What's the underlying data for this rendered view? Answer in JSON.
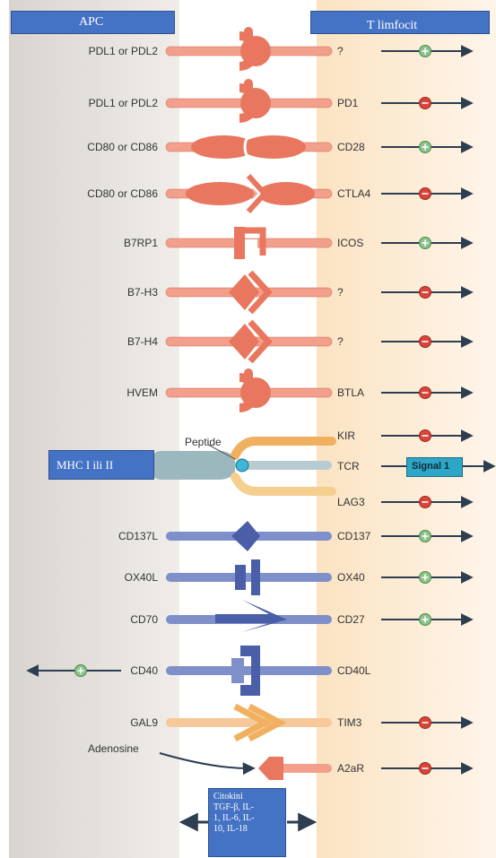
{
  "header": {
    "left_title": "APC",
    "right_title": "T limfocit"
  },
  "rows": [
    {
      "ligand": "PDL1 or PDL2",
      "receptor": "?",
      "effect": "+",
      "shape": "cup"
    },
    {
      "ligand": "PDL1 or PDL2",
      "receptor": "PD1",
      "effect": "-",
      "shape": "cup"
    },
    {
      "ligand": "CD80 or CD86",
      "receptor": "CD28",
      "effect": "+",
      "shape": "bulb"
    },
    {
      "ligand": "CD80 or CD86",
      "receptor": "CTLA4",
      "effect": "-",
      "shape": "chevron"
    },
    {
      "ligand": "B7RP1",
      "receptor": "ICOS",
      "effect": "+",
      "shape": "bracket"
    },
    {
      "ligand": "B7-H3",
      "receptor": "?",
      "effect": "-",
      "shape": "diamond"
    },
    {
      "ligand": "B7-H4",
      "receptor": "?",
      "effect": "-",
      "shape": "diamond"
    },
    {
      "ligand": "HVEM",
      "receptor": "BTLA",
      "effect": "-",
      "shape": "cup"
    }
  ],
  "mhc": {
    "label": "MHC I ili II",
    "peptide_label": "Peptide",
    "receptors": [
      {
        "name": "KIR",
        "effect": "-"
      },
      {
        "name": "TCR",
        "signal": "Signal 1"
      },
      {
        "name": "LAG3",
        "effect": "-"
      }
    ]
  },
  "rows_blue": [
    {
      "ligand": "CD137L",
      "receptor": "CD137",
      "effect": "+"
    },
    {
      "ligand": "OX40L",
      "receptor": "OX40",
      "effect": "+"
    },
    {
      "ligand": "CD70",
      "receptor": "CD27",
      "effect": "+"
    },
    {
      "ligand": "CD40",
      "receptor": "CD40L",
      "effect": "+",
      "arrow_left": true
    }
  ],
  "rows_bottom": [
    {
      "ligand": "GAL9",
      "receptor": "TIM3",
      "effect": "-"
    },
    {
      "ligand": "Adenosine",
      "receptor": "A2aR",
      "effect": "-"
    }
  ],
  "cytokines": {
    "lines": [
      "Citokini",
      "TGF-β,  IL-",
      "1,  IL-6,  IL-",
      "10, IL-18"
    ]
  },
  "colors": {
    "salmon": "#e9765e",
    "salmon_light": "#f2a08c",
    "blue": "#4a5fa8",
    "blue_light": "#7f8fc9",
    "orange": "#f0b060",
    "teal": "#9bb8bf",
    "plus_green": "#8bc48a",
    "minus_red": "#d9443a",
    "apc_bg": "#ebe7e2",
    "tcell_bg": "#fdeeda",
    "signal_box": "#2ea6c7"
  }
}
